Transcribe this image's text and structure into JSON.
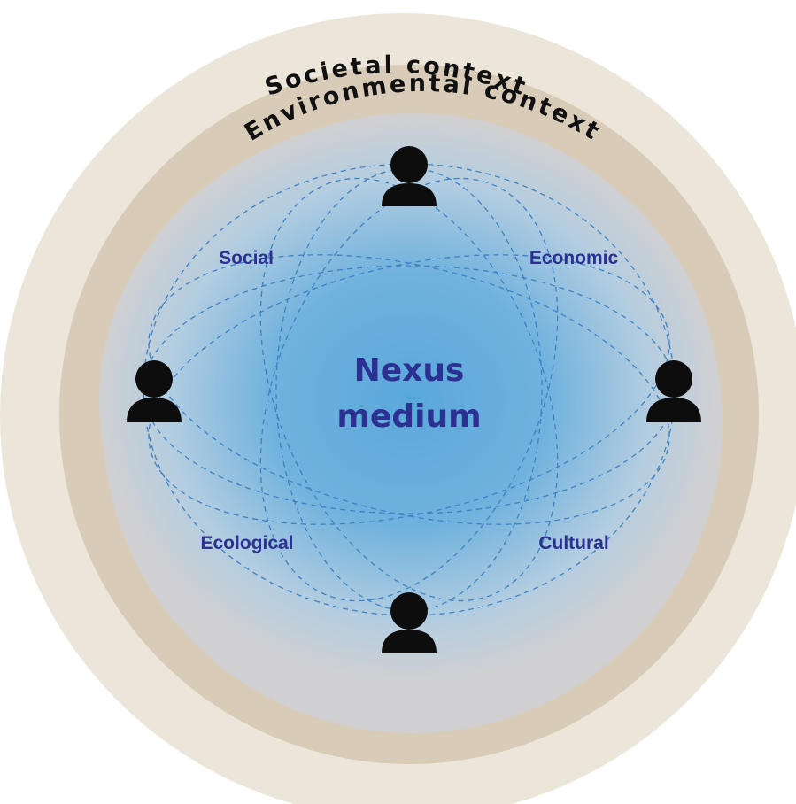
{
  "diagram": {
    "outer_ring_label": "Societal context",
    "inner_ring_label": "Environmental context",
    "center_label_line1": "Nexus",
    "center_label_line2": "medium",
    "dimensions": {
      "social": "Social",
      "economic": "Economic",
      "ecological": "Ecological",
      "cultural": "Cultural"
    },
    "icons": [
      "person-icon",
      "person-icon",
      "person-icon",
      "person-icon"
    ],
    "colors": {
      "outer_ring": "#ece6da",
      "inner_ring": "#d8ccb8",
      "medium_edge": "#d0d0d2",
      "medium_center": "#5fa9d9",
      "label_text": "#2c3191",
      "dashed_lines": "#3f82c4",
      "person": "#0d0d0d"
    }
  }
}
